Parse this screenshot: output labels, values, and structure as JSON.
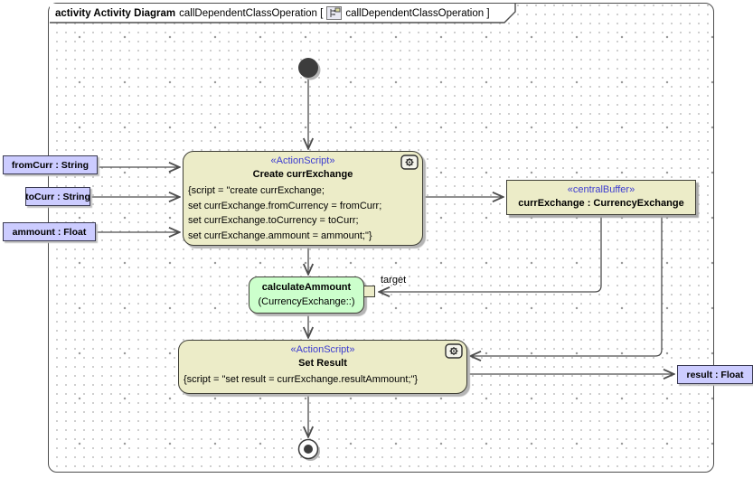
{
  "frame": {
    "keyword": "activity Activity Diagram",
    "name": "callDependentClassOperation [",
    "ref": "callDependentClassOperation ]"
  },
  "pins": {
    "from_curr": "fromCurr : String",
    "to_curr": "toCurr : String",
    "ammount": "ammount : Float",
    "result": "result : Float",
    "target": "target"
  },
  "nodes": {
    "create": {
      "stereotype": "«ActionScript»",
      "name": "Create currExchange",
      "script_lines": [
        "{script = \"create currExchange;",
        "set currExchange.fromCurrency = fromCurr;",
        "set currExchange.toCurrency = toCurr;",
        "set currExchange.ammount = ammount;\"}"
      ]
    },
    "buffer": {
      "stereotype": "«centralBuffer»",
      "name": "currExchange : CurrencyExchange"
    },
    "calc": {
      "name": "calculateAmmount",
      "qualifier": "(CurrencyExchange::)"
    },
    "set_result": {
      "stereotype": "«ActionScript»",
      "name": "Set Result",
      "script_lines": [
        "{script = \"set result = currExchange.resultAmmount;\"}"
      ]
    }
  },
  "icons": {
    "gear": "gear-icon",
    "diagram": "activity-diagram-icon"
  },
  "colors": {
    "node_fill": "#ECECC8",
    "node_border": "#3F3F37",
    "call_fill": "#CCFFCC",
    "pin_fill": "#CCCCFF",
    "stereotype_text": "#3C3CD0",
    "edge": "#4D4D4D",
    "shadow": "#B5B5B5"
  }
}
